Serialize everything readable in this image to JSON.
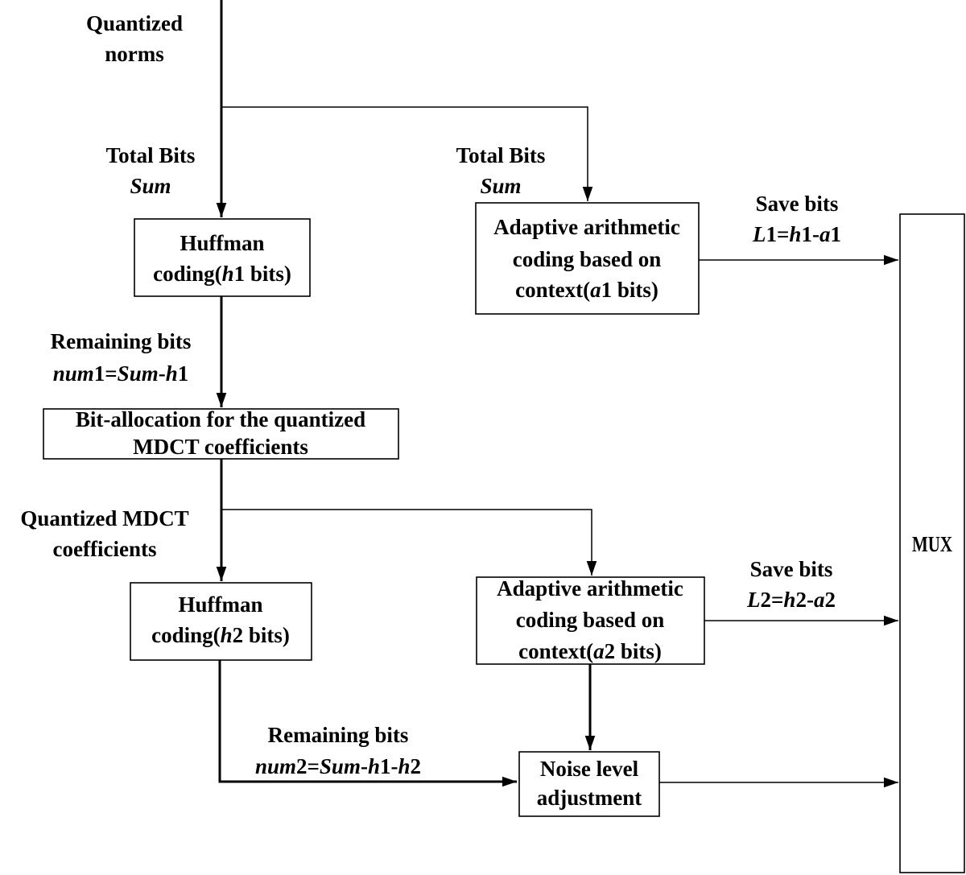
{
  "labels": {
    "quantized_norms": [
      "Quantized",
      "norms"
    ],
    "total_bits_left": "Total Bits",
    "sum_left": "Sum",
    "total_bits_right": "Total Bits",
    "sum_right": "Sum",
    "save_bits_1": "Save bits",
    "save_bits_1_eq": {
      "v1": "L",
      "n1": "1=",
      "v2": "h",
      "n2": "1-",
      "v3": "a",
      "n3": "1"
    },
    "remaining_bits_1": "Remaining bits",
    "remaining_bits_1_eq": {
      "v1": "num",
      "n1": "1=",
      "v2": "Sum",
      "n2": "-",
      "v3": "h",
      "n3": "1"
    },
    "quantized_mdct": [
      "Quantized MDCT",
      "coefficients"
    ],
    "save_bits_2": "Save bits",
    "save_bits_2_eq": {
      "v1": "L",
      "n1": "2=",
      "v2": "h",
      "n2": "2-",
      "v3": "a",
      "n3": "2"
    },
    "remaining_bits_2": "Remaining bits",
    "remaining_bits_2_eq": {
      "v1": "num",
      "n1": "2=",
      "v2": "Sum",
      "n2": "-",
      "v3": "h",
      "n3": "1-",
      "v4": "h",
      "n4": "2"
    }
  },
  "boxes": {
    "huffman1": {
      "line1": "Huffman",
      "pre": "coding(",
      "var": "h",
      "post": "1 bits)"
    },
    "arith1": {
      "line1": "Adaptive arithmetic",
      "line2": "coding based on",
      "pre": "context(",
      "var": "a",
      "post": "1 bits)"
    },
    "bitalloc": {
      "line1": "Bit-allocation for the quantized",
      "line2": "MDCT coefficients"
    },
    "huffman2": {
      "line1": "Huffman",
      "pre": "coding(",
      "var": "h",
      "post": "2 bits)"
    },
    "arith2": {
      "line1": "Adaptive arithmetic",
      "line2": "coding based on",
      "pre": "context(",
      "var": "a",
      "post": "2 bits)"
    },
    "noise": {
      "line1": "Noise level",
      "line2": "adjustment"
    },
    "mux": {
      "label": "MUX"
    }
  }
}
